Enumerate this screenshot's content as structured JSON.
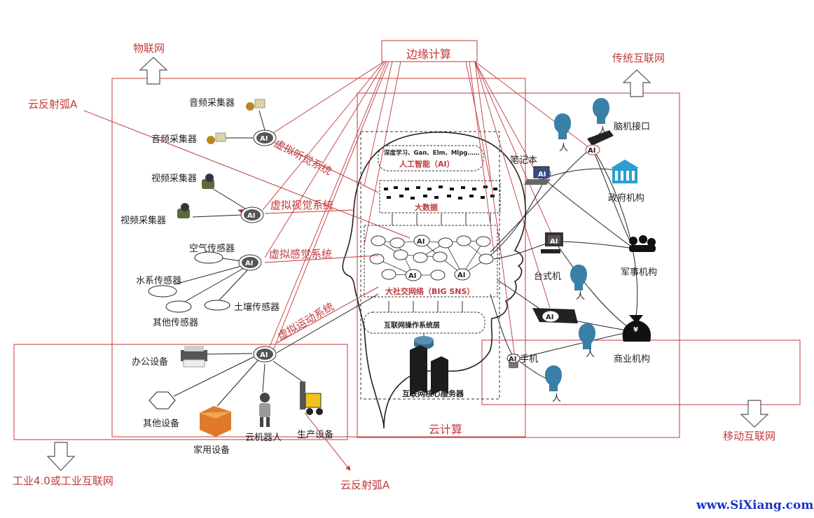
{
  "regions": {
    "iot": "物联网",
    "traditional_internet": "传统互联网",
    "mobile_internet": "移动互联网",
    "industry": "工业4.0或工业互联网",
    "edge_computing": "边缘计算",
    "cloud_computing": "云计算",
    "reflex_arc_top": "云反射弧A",
    "reflex_arc_bottom": "云反射弧A"
  },
  "virtual_systems": {
    "hearing": "虚拟听觉系统",
    "vision": "虚拟视觉系统",
    "sensation": "虚拟感觉系统",
    "motion": "虚拟运动系统"
  },
  "devices": {
    "audio1": "音频采集器",
    "audio2": "音频采集器",
    "video1": "视频采集器",
    "video2": "视频采集器",
    "air": "空气传感器",
    "water": "水系传感器",
    "soil": "土壤传感器",
    "other_sensor": "其他传感器",
    "office": "办公设备",
    "other_device": "其他设备",
    "home": "家用设备",
    "robot": "云机器人",
    "production": "生产设备"
  },
  "brain": {
    "deep_learning": "深度学习、Gan、Elm、Mlpg……",
    "ai": "人工智能（AI）",
    "big_data": "大数据",
    "sns": "大社交网络（BIG SNS）",
    "os": "互联网操作系统层",
    "server": "互联网核心服务器"
  },
  "right": {
    "bci": "脑机接口",
    "person": "人",
    "laptop": "笔记本",
    "gov": "政府机构",
    "desktop": "台式机",
    "military": "军事机构",
    "phone": "手机",
    "business": "商业机构",
    "yuan": "¥"
  },
  "ai_label": "AI",
  "watermark": "www.SiXiang.com",
  "colors": {
    "accent_red": "#c0393b",
    "watermark_blue": "#1a33cc"
  }
}
